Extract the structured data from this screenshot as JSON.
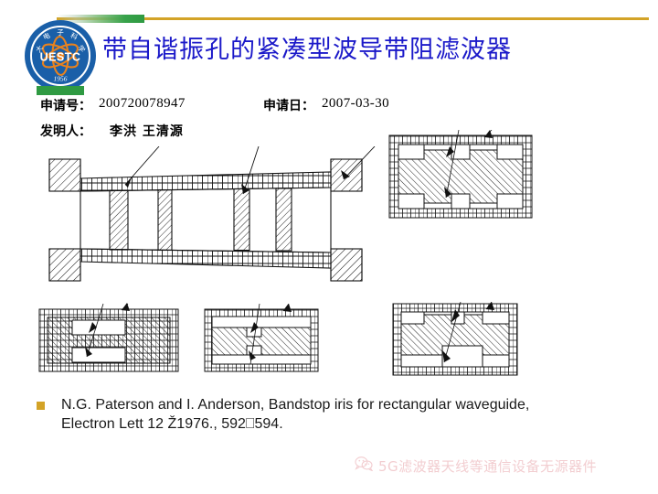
{
  "header": {
    "rule_color": "#d3a327",
    "accent_color": "#2f9a42",
    "logo": {
      "icon_name": "uestc-emblem",
      "acronym": "UESTC",
      "year": "1956",
      "ring_color": "#1a5fa8",
      "atom_color": "#e8821e"
    }
  },
  "title": {
    "text": "带自谐振孔的紧凑型波导带阻滤波器",
    "color": "#1b19c9"
  },
  "meta": {
    "application_number_label": "申请号：",
    "application_number_value": "200720078947",
    "application_date_label": "申请日：",
    "application_date_value": "2007-03-30",
    "inventor_label": "发明人：",
    "inventor_value": "李洪  王清源"
  },
  "figures": {
    "main": {
      "name": "waveguide-bandstop-filter-longitudinal-section",
      "description": "Longitudinal cross-section of rectangular waveguide bandstop filter with four internal irises/vanes and end flanges",
      "iris_count": 4,
      "leader_lines": 3
    },
    "detail_top_right": {
      "name": "cross-section-detail-top-right",
      "description": "Transverse cross-section showing stepped self-resonant aperture pair"
    },
    "detail_bottom_left": {
      "name": "cross-section-detail-bottom-left",
      "description": "Transverse cross-section with two rectangular slots"
    },
    "detail_bottom_center": {
      "name": "cross-section-detail-bottom-center",
      "description": "Transverse cross-section with narrow connecting slot"
    },
    "detail_bottom_right": {
      "name": "cross-section-detail-bottom-right",
      "description": "Transverse cross-section with stepped H-shaped aperture"
    }
  },
  "reference": {
    "bullet_color": "#d3a327",
    "text": "N.G. Paterson and I. Anderson, Bandstop iris for rectangular waveguide, Electron Lett 12 Ž1976., 592⎕594."
  },
  "watermark": {
    "icon_name": "wechat-icon",
    "text": "5G滤波器天线等通信设备无源器件",
    "color": "#e8a0a6"
  }
}
